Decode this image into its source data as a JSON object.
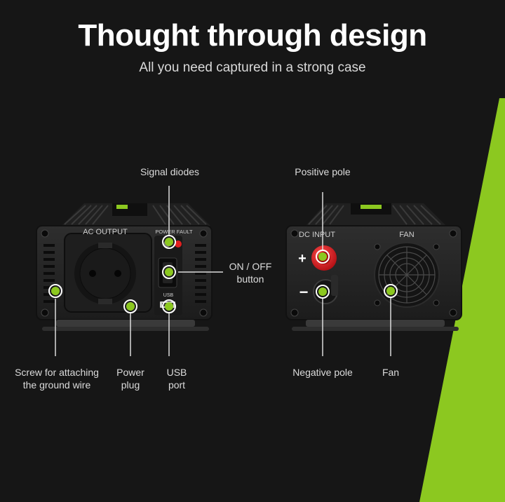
{
  "header": {
    "title": "Thought through design",
    "subtitle": "All you need captured in a strong case"
  },
  "front_panel": {
    "ac_output_label": "AC OUTPUT",
    "power_fault_label": "POWER FAULT",
    "usb_label": "USB"
  },
  "rear_panel": {
    "dc_input_label": "DC INPUT",
    "fan_label": "FAN",
    "plus_symbol": "+",
    "minus_symbol": "−"
  },
  "callouts": {
    "signal_diodes": "Signal diodes",
    "on_off_line1": "ON / OFF",
    "on_off_line2": "button",
    "screw_line1": "Screw for attaching",
    "screw_line2": "the ground wire",
    "power_plug_line1": "Power",
    "power_plug_line2": "plug",
    "usb_port_line1": "USB",
    "usb_port_line2": "port",
    "positive_pole": "Positive pole",
    "negative_pole": "Negative pole",
    "fan": "Fan"
  },
  "colors": {
    "background": "#161616",
    "accent_green": "#8cc820",
    "device_body": "#262626",
    "terminal_red": "#d4151a"
  }
}
